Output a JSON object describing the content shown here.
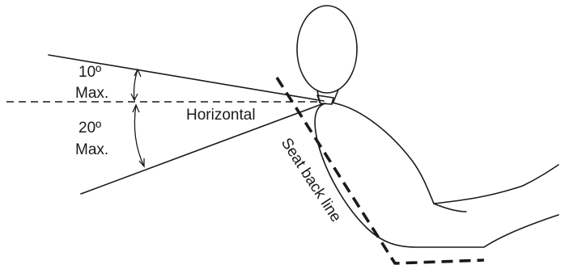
{
  "labels": {
    "upper_angle_value": "10º",
    "upper_angle_max": "Max.",
    "lower_angle_value": "20º",
    "lower_angle_max": "Max.",
    "horizontal": "Horizontal",
    "seat_back_line": "Seat back line"
  },
  "colors": {
    "line": "#1a1a1a",
    "background": "#ffffff"
  }
}
